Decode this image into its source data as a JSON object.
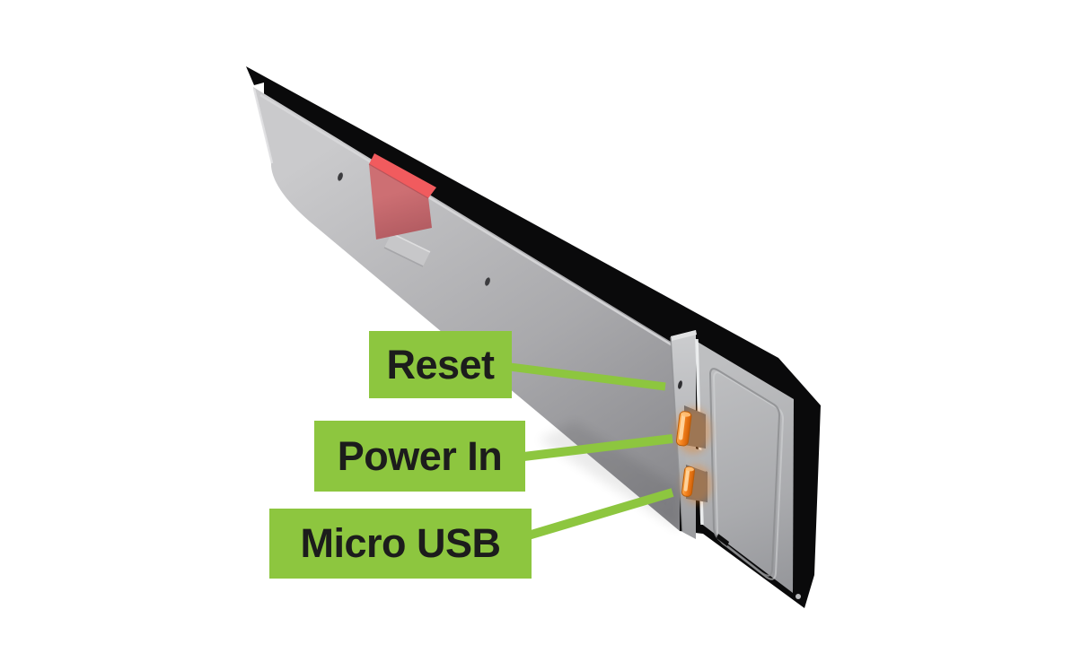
{
  "colors": {
    "background": "#ffffff",
    "green": "#8dc63f",
    "label-text": "#1c1c1c",
    "device-black": "#0a0a0b",
    "orange": "#f5831f",
    "orange-light": "#ffd9a6",
    "orange-dark": "#d96a08",
    "red-top": "#f15b5e",
    "red-side": "#c4696d"
  },
  "callouts": [
    {
      "id": "reset",
      "label": "Reset"
    },
    {
      "id": "power_in",
      "label": "Power In"
    },
    {
      "id": "micro_usb",
      "label": "Micro USB"
    }
  ],
  "device": {
    "description": "bar-type display shown from the rear at an angle",
    "parts": [
      "reset-pinhole",
      "power-connector",
      "micro-usb-connector",
      "red-pull-tab",
      "label-plate"
    ]
  }
}
